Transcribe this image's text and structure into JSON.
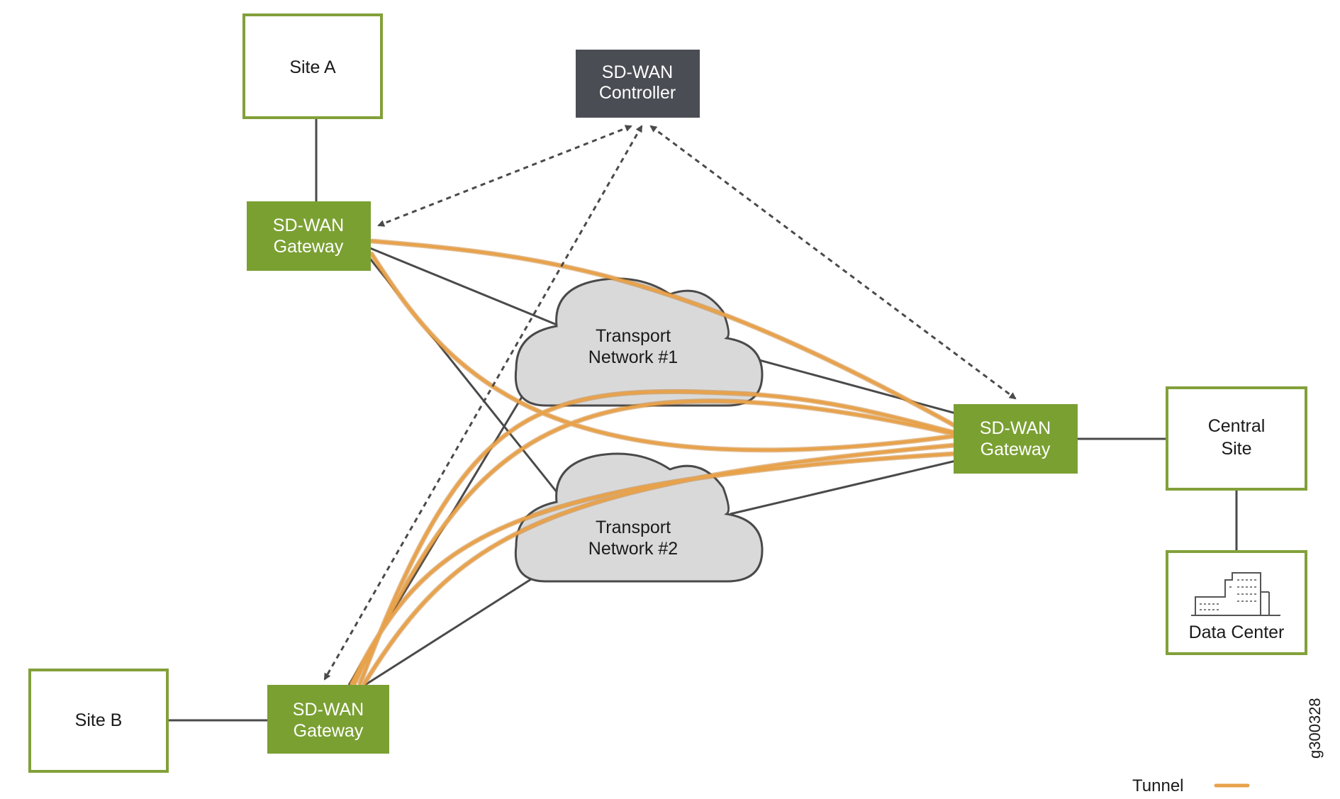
{
  "colors": {
    "site_border": "#82a03a",
    "gateway_fill": "#7aa032",
    "controller_fill": "#4a4d54",
    "cloud_fill": "#d9d9d9",
    "cloud_stroke": "#4a4a4a",
    "line": "#4a4a4a",
    "tunnel": "#e8a24a",
    "tunnel_dark": "#c98232"
  },
  "nodes": {
    "site_a": {
      "label": "Site A"
    },
    "site_b": {
      "label": "Site B"
    },
    "controller": {
      "line1": "SD-WAN",
      "line2": "Controller"
    },
    "gateway_a": {
      "line1": "SD-WAN",
      "line2": "Gateway"
    },
    "gateway_b": {
      "line1": "SD-WAN",
      "line2": "Gateway"
    },
    "gateway_central": {
      "line1": "SD-WAN",
      "line2": "Gateway"
    },
    "central_site": {
      "line1": "Central",
      "line2": "Site"
    },
    "data_center": {
      "label": "Data Center",
      "icon": "building-icon"
    },
    "transport_1": {
      "line1": "Transport",
      "line2": "Network #1"
    },
    "transport_2": {
      "line1": "Transport",
      "line2": "Network #2"
    }
  },
  "legend": {
    "tunnel_label": "Tunnel"
  },
  "figure_id": "g300328"
}
